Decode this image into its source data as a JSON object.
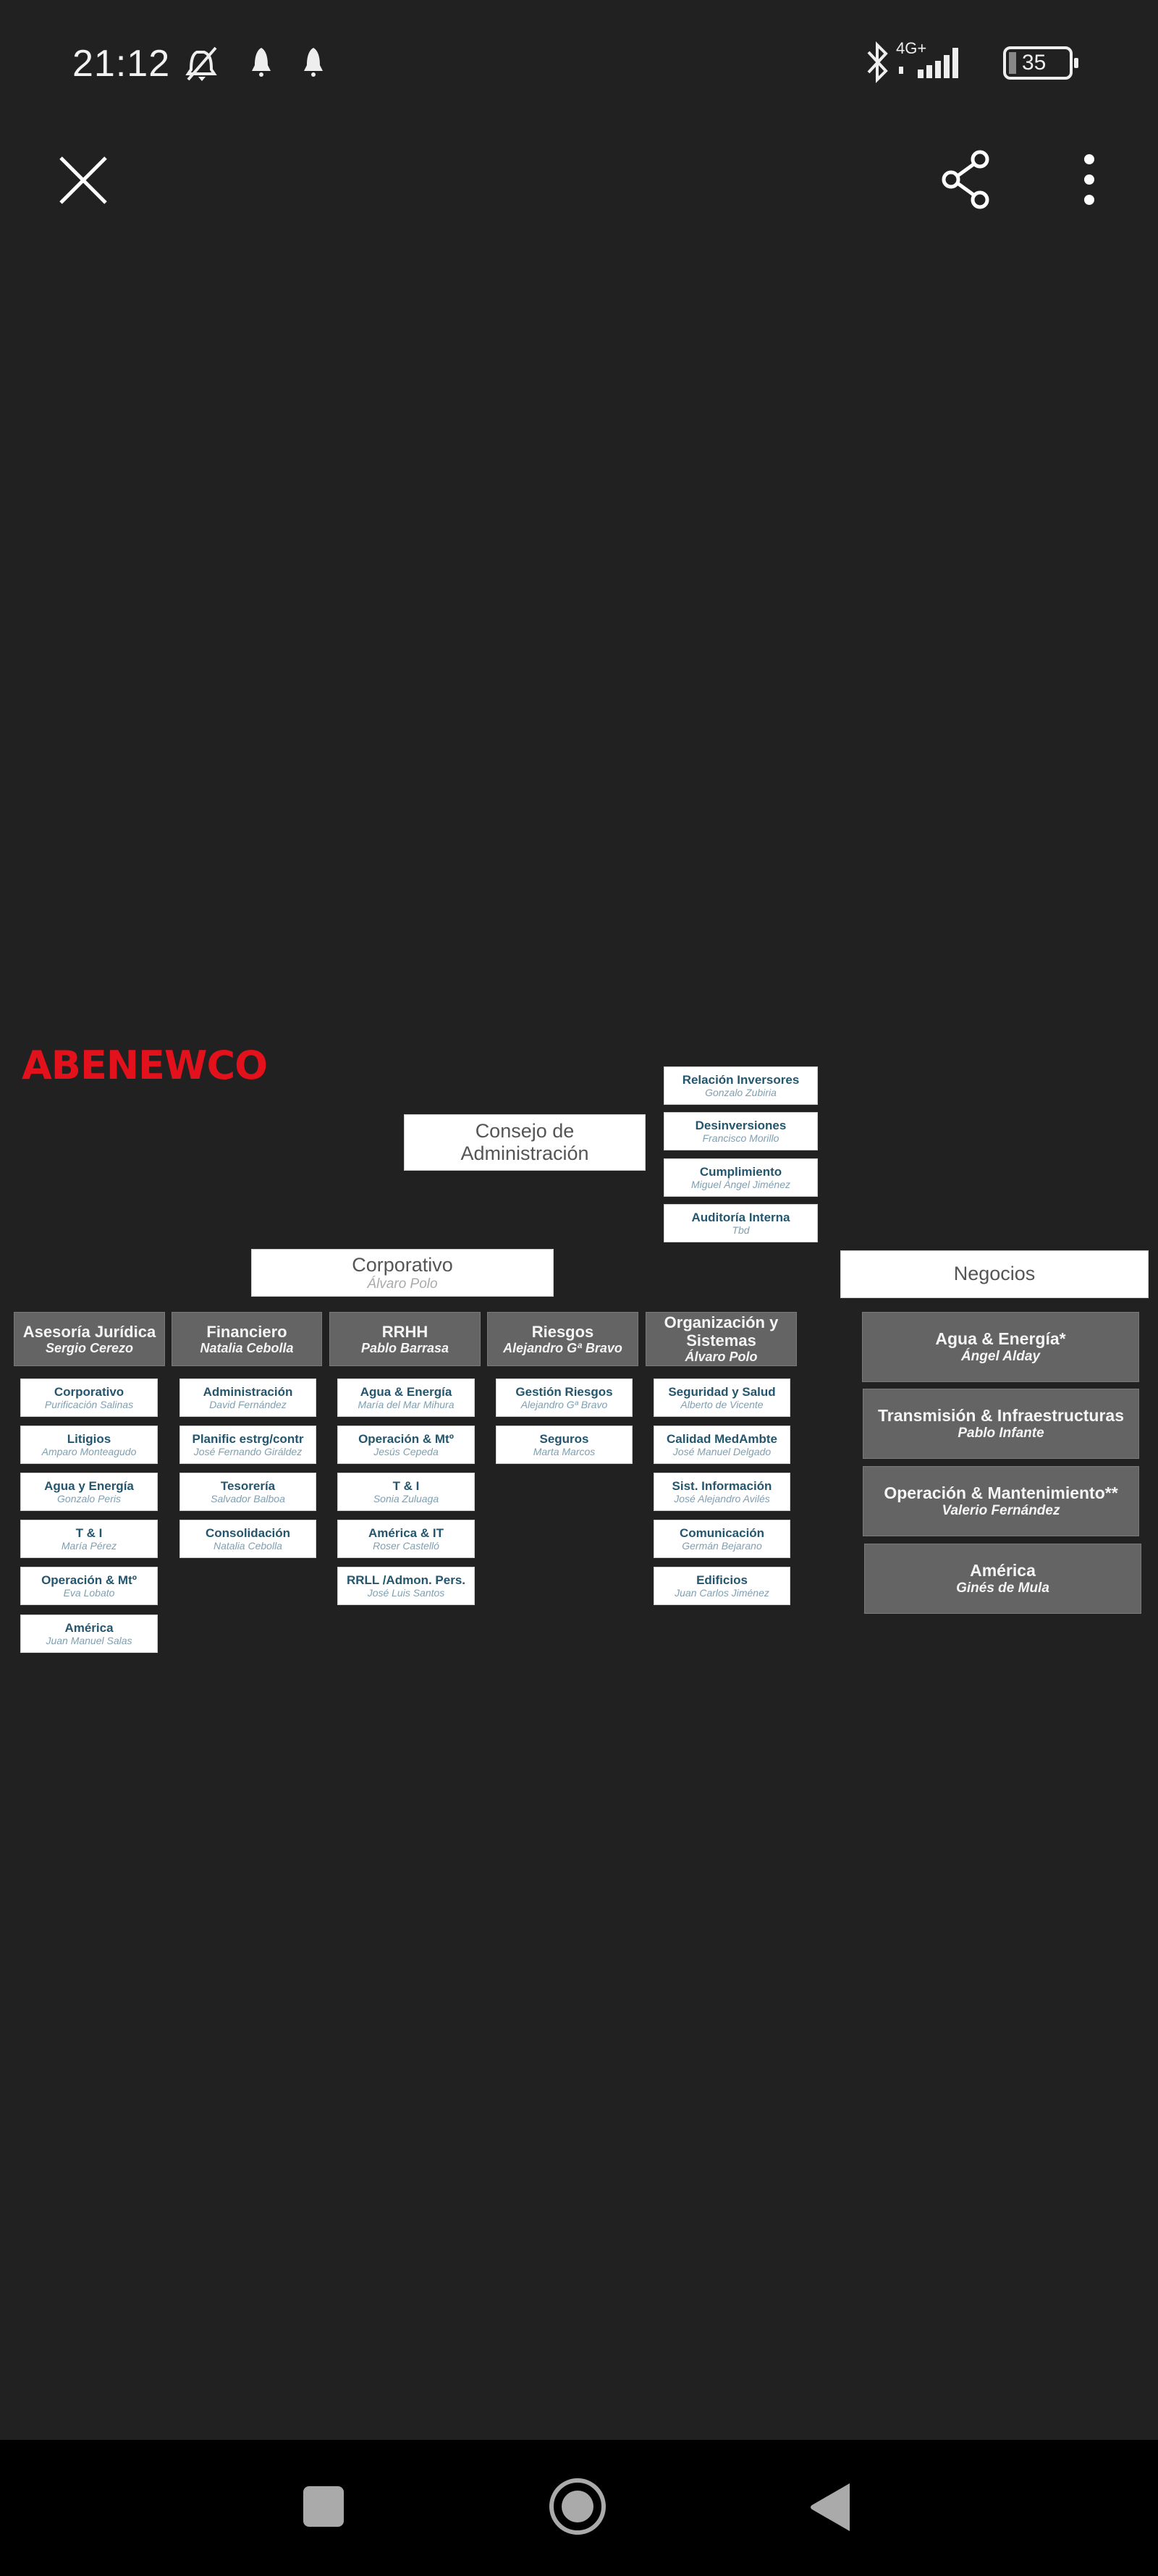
{
  "status_bar": {
    "time": "21:12",
    "network": "4G+",
    "battery": "35",
    "icons": [
      "vibrate-off-icon",
      "bell-icon",
      "bell-icon",
      "bluetooth-icon",
      "signal-icon",
      "battery-icon"
    ]
  },
  "toolbar": {
    "close_icon": "close-icon",
    "share_icon": "share-icon",
    "more_icon": "more-vert-icon"
  },
  "chart": {
    "logo": "ABENEWCO",
    "board": {
      "title_line1": "Consejo de",
      "title_line2": "Administración"
    },
    "board_units": [
      {
        "title": "Relación Inversores",
        "name": "Gonzalo Zubiria"
      },
      {
        "title": "Desinversiones",
        "name": "Francisco Morillo"
      },
      {
        "title": "Cumplimiento",
        "name": "Miguel Ángel Jiménez"
      },
      {
        "title": "Auditoría Interna",
        "name": "Tbd"
      }
    ],
    "corporativo": {
      "title": "Corporativo",
      "name": "Álvaro Polo"
    },
    "negocios": {
      "title": "Negocios"
    },
    "departments": [
      {
        "title": "Asesoría Jurídica",
        "name": "Sergio Cerezo",
        "units": [
          {
            "title": "Corporativo",
            "name": "Purificación Salinas"
          },
          {
            "title": "Litigios",
            "name": "Amparo Monteagudo"
          },
          {
            "title": "Agua y Energía",
            "name": "Gonzalo Peris"
          },
          {
            "title": "T & I",
            "name": "María Pérez"
          },
          {
            "title": "Operación & Mtº",
            "name": "Eva Lobato"
          },
          {
            "title": "América",
            "name": "Juan Manuel Salas"
          }
        ]
      },
      {
        "title": "Financiero",
        "name": "Natalia Cebolla",
        "units": [
          {
            "title": "Administración",
            "name": "David Fernández"
          },
          {
            "title": "Planific estrg/contr",
            "name": "José Fernando Giráldez"
          },
          {
            "title": "Tesorería",
            "name": "Salvador Balboa"
          },
          {
            "title": "Consolidación",
            "name": "Natalia Cebolla"
          }
        ]
      },
      {
        "title": "RRHH",
        "name": "Pablo Barrasa",
        "units": [
          {
            "title": "Agua & Energía",
            "name": "María del Mar Mihura"
          },
          {
            "title": "Operación & Mtº",
            "name": "Jesús Cepeda"
          },
          {
            "title": "T & I",
            "name": "Sonia Zuluaga"
          },
          {
            "title": "América & IT",
            "name": "Roser Castelló"
          },
          {
            "title": "RRLL /Admon. Pers.",
            "name": "José Luis Santos"
          }
        ]
      },
      {
        "title": "Riesgos",
        "name": "Alejandro Gª Bravo",
        "units": [
          {
            "title": "Gestión Riesgos",
            "name": "Alejandro Gª Bravo"
          },
          {
            "title": "Seguros",
            "name": "Marta Marcos"
          }
        ]
      },
      {
        "title_line1": "Organización y",
        "title_line2": "Sistemas",
        "name": "Álvaro Polo",
        "units": [
          {
            "title": "Seguridad y Salud",
            "name": "Alberto de Vicente"
          },
          {
            "title": "Calidad MedAmbte",
            "name": "José Manuel Delgado"
          },
          {
            "title": "Sist. Información",
            "name": "José Alejandro Avilés"
          },
          {
            "title": "Comunicación",
            "name": "Germán Bejarano"
          },
          {
            "title": "Edificios",
            "name": "Juan Carlos Jiménez"
          }
        ]
      }
    ],
    "business_units": [
      {
        "title": "Agua & Energía*",
        "name": "Ángel Alday"
      },
      {
        "title": "Transmisión & Infraestructuras",
        "name": "Pablo Infante"
      },
      {
        "title": "Operación & Mantenimiento**",
        "name": "Valerio Fernández"
      },
      {
        "title": "América",
        "name": "Ginés de Mula"
      }
    ]
  },
  "nav_bar": {
    "recents": "recents-icon",
    "home": "home-icon",
    "back": "back-icon"
  },
  "colors": {
    "background": "#212121",
    "logo_red": "#e3111b",
    "header_gray": "#646464",
    "unit_title_blue": "#24566e",
    "unit_name_blue": "#7f9fb1"
  }
}
